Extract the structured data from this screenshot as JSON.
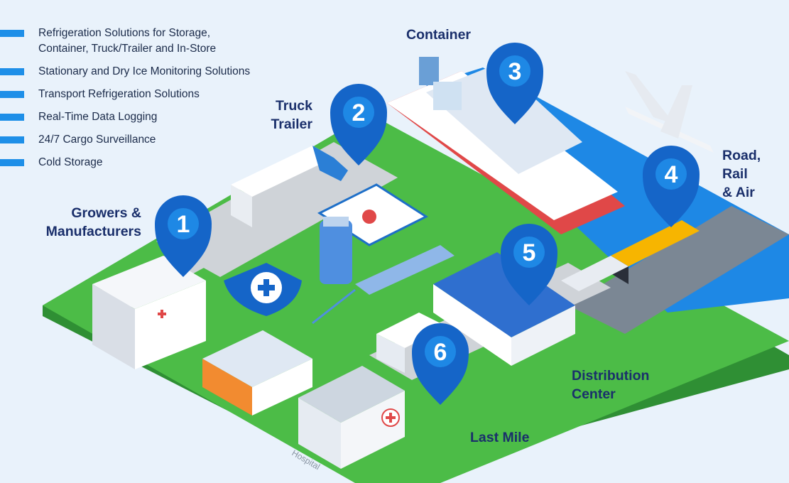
{
  "legend": {
    "items": [
      {
        "label_line1": "Refrigeration Solutions for Storage,",
        "label_line2": "Container, Truck/Trailer and In-Store"
      },
      {
        "label_line1": "Stationary and Dry Ice Monitoring Solutions"
      },
      {
        "label_line1": "Transport Refrigeration Solutions"
      },
      {
        "label_line1": "Real-Time Data Logging"
      },
      {
        "label_line1": "24/7 Cargo Surveillance"
      },
      {
        "label_line1": "Cold Storage"
      }
    ],
    "bar_color": "#1e8fe8"
  },
  "stages": {
    "growers": {
      "line1": "Growers &",
      "line2": "Manufacturers",
      "number": "1"
    },
    "truck": {
      "line1": "Truck",
      "line2": "Trailer",
      "number": "2"
    },
    "container": {
      "line1": "Container",
      "number": "3"
    },
    "road": {
      "line1": "Road,",
      "line2": "Rail",
      "line3": "& Air",
      "number": "4"
    },
    "distribution": {
      "line1": "Distribution",
      "line2": "Center",
      "number": "5"
    },
    "lastmile": {
      "line1": "Last Mile",
      "number": "6"
    }
  },
  "building_sign": "Hospital",
  "colors": {
    "pin": "#1565c8",
    "grass": "#3fb542",
    "road": "#cfd3d8",
    "water": "#1e88e5",
    "label": "#1a2f6b"
  }
}
